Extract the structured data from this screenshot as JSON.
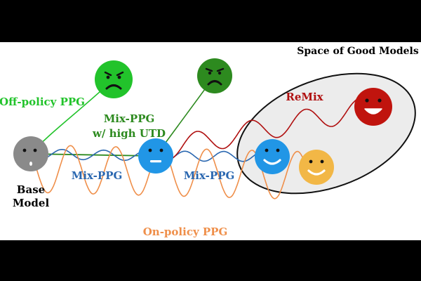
{
  "labels": {
    "space_title": "Space of Good Models",
    "remix": "ReMix",
    "off_policy": "Off-policy PPG",
    "mix_high_1": "Mix-PPG",
    "mix_high_2": "w/ high UTD",
    "mix_left": "Mix-PPG",
    "mix_right": "Mix-PPG",
    "base_1": "Base",
    "base_2": "Model",
    "on_policy": "On-policy PPG"
  },
  "colors": {
    "background": "#ffffff",
    "frame": "#000000",
    "off_policy_green": "#22c32b",
    "dark_green": "#2d8a1f",
    "mix_blue": "#2a67b0",
    "face_blue": "#2196e6",
    "remix_red": "#b01010",
    "face_red": "#c0140e",
    "on_policy_orange": "#ef8f4a",
    "face_orange": "#f2b746",
    "base_gray": "#8a8a8a",
    "region_fill": "#ececec"
  },
  "icons": [
    "neutral-face-icon",
    "frown-face-icon",
    "smile-face-icon"
  ]
}
